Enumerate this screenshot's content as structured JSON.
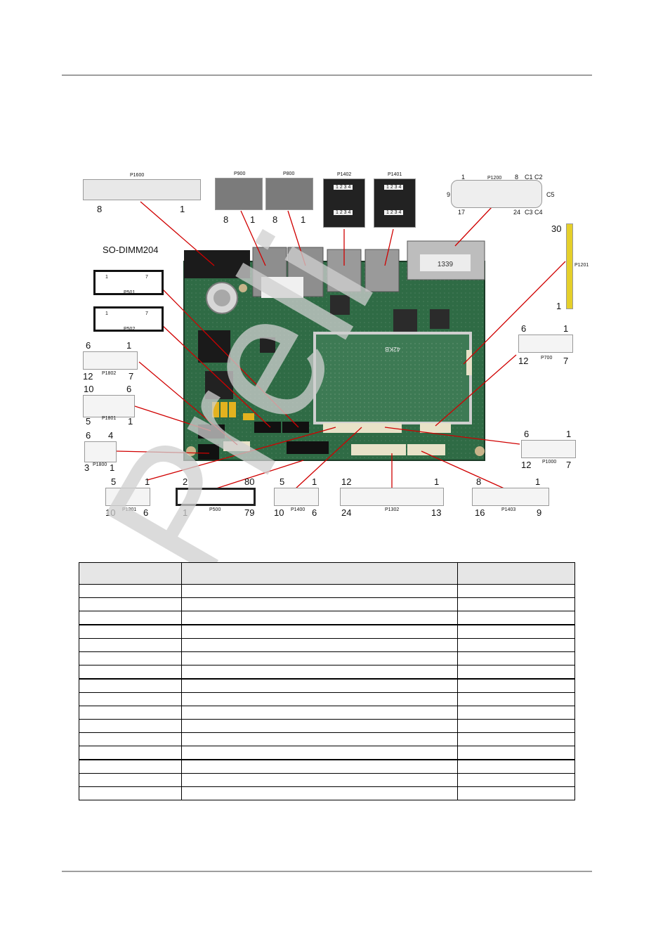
{
  "labels": {
    "sodimm": "SO-DIMM204",
    "p1600": "P1600",
    "p1600_left": "8",
    "p1600_right": "1",
    "p900": "P900",
    "p900_left": "8",
    "p900_right": "1",
    "p800": "P800",
    "p800_left": "8",
    "p800_right": "1",
    "p1402": "P1402",
    "p1401": "P1401",
    "usb_pins": "1 2 3 4",
    "p1200": "P1200",
    "p1200_1": "1",
    "p1200_8": "8",
    "p1200_c1c2": "C1 C2",
    "p1200_9": "9",
    "p1200_17": "17",
    "p1200_24": "24",
    "p1200_c3c4": "C3 C4",
    "p1200_c5": "C5",
    "p1201": "P1201",
    "p1201_30": "30",
    "p1201_1": "1",
    "p501": "P501",
    "p502": "P502",
    "sata_1": "1",
    "sata_7": "7",
    "p1802": "P1802",
    "p1802_tl": "6",
    "p1802_tr": "1",
    "p1802_bl": "12",
    "p1802_br": "7",
    "p1801": "P1801",
    "p1801_tl": "10",
    "p1801_tr": "6",
    "p1801_bl": "5",
    "p1801_br": "1",
    "p1800": "P1800",
    "p1800_tl": "6",
    "p1800_tr": "4",
    "p1800_bl": "3",
    "p1800_br": "1",
    "p700": "P700",
    "p700_tl": "6",
    "p700_tr": "1",
    "p700_bl": "12",
    "p700_br": "7",
    "p1000": "P1000",
    "p1000_tl": "6",
    "p1000_tr": "1",
    "p1000_bl": "12",
    "p1000_br": "7",
    "p1301": "P1301",
    "p1301_tl": "5",
    "p1301_tr": "1",
    "p1301_bl": "10",
    "p1301_br": "6",
    "p500": "P500",
    "p500_tl": "2",
    "p500_tr": "80",
    "p500_bl": "1",
    "p500_br": "79",
    "p1400": "P1400",
    "p1400_tl": "5",
    "p1400_tr": "1",
    "p1400_bl": "10",
    "p1400_br": "6",
    "p1302": "P1302",
    "p1302_tl": "12",
    "p1302_tr": "1",
    "p1302_bl": "24",
    "p1302_br": "13",
    "p1403": "P1403",
    "p1403_tl": "8",
    "p1403_tr": "1",
    "p1403_bl": "16",
    "p1403_br": "9",
    "board_chip": "1339",
    "board_dimm": "42KB"
  },
  "watermark": "Preli",
  "table": {
    "header": [
      "",
      "",
      ""
    ],
    "row_count": 16,
    "thick_rows": [
      3,
      7,
      13
    ]
  },
  "colors": {
    "pcb": "#2f6b45",
    "pcb_dark": "#1e4a30",
    "leader": "#d00000",
    "gold": "#e5cf2a"
  }
}
